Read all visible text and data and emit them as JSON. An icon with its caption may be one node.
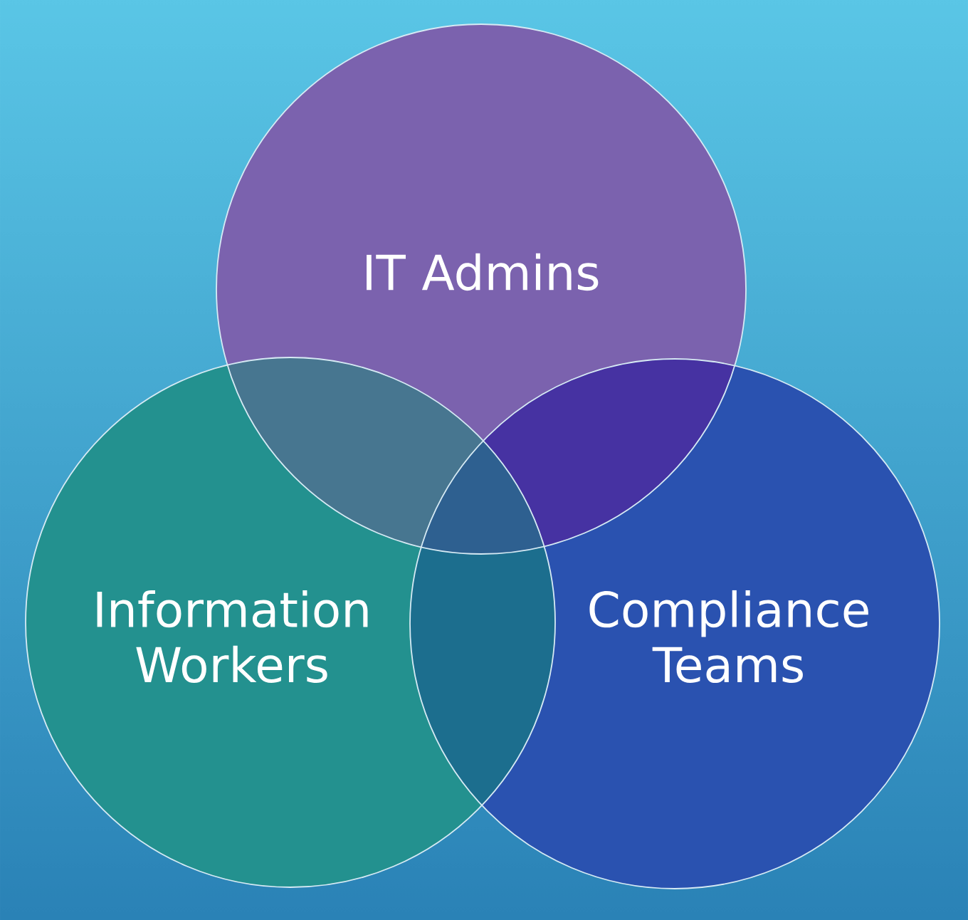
{
  "diagram": {
    "nodes": [
      {
        "text": [
          "IT Admins"
        ]
      },
      {
        "text": [
          "Information Workers"
        ]
      },
      {
        "text": [
          "Compliance Teams"
        ]
      }
    ]
  }
}
